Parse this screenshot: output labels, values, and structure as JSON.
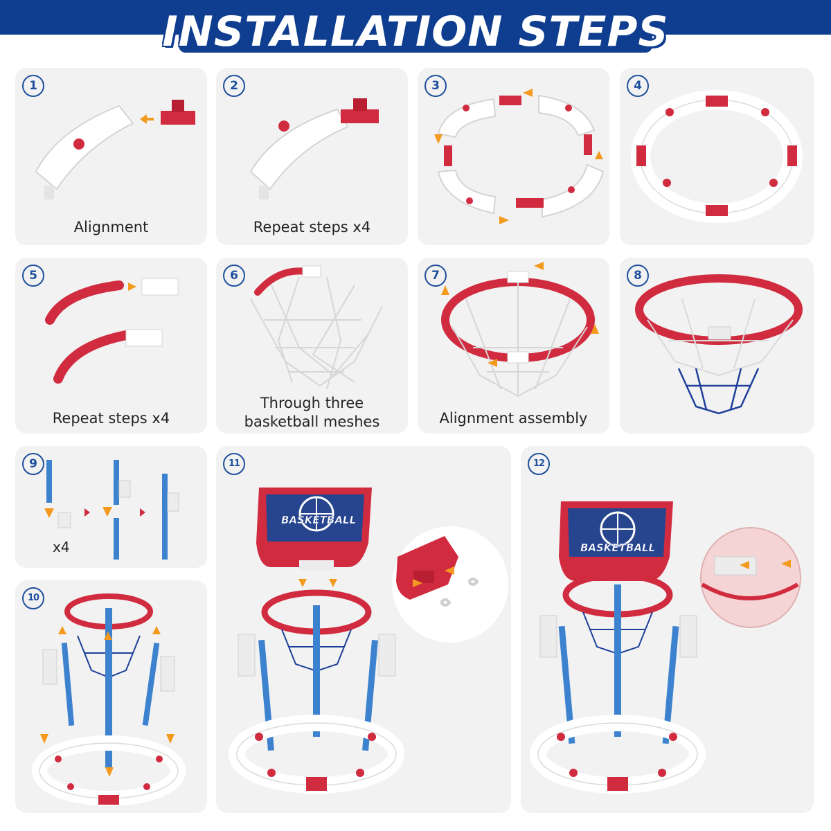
{
  "header": {
    "title": "INSTALLATION STEPS"
  },
  "colors": {
    "brand_blue": "#0f3d8f",
    "accent_red": "#d12b3f",
    "arrow_orange": "#f39a1e",
    "panel_gray": "#f2f2f2"
  },
  "steps": [
    {
      "number": "1",
      "caption": "Alignment"
    },
    {
      "number": "2",
      "caption": "Repeat steps x4"
    },
    {
      "number": "3",
      "caption": ""
    },
    {
      "number": "4",
      "caption": ""
    },
    {
      "number": "5",
      "caption": "Repeat steps x4"
    },
    {
      "number": "6",
      "caption_line1": "Through three",
      "caption_line2": "basketball meshes"
    },
    {
      "number": "7",
      "caption": "Alignment assembly"
    },
    {
      "number": "8",
      "caption": ""
    },
    {
      "number": "9",
      "caption": "",
      "multiplier": "x4"
    },
    {
      "number": "10",
      "caption": ""
    },
    {
      "number": "11",
      "caption": "",
      "backboard_text": "BASKETBALL"
    },
    {
      "number": "12",
      "caption": "",
      "backboard_text": "BASKETBALL"
    }
  ]
}
